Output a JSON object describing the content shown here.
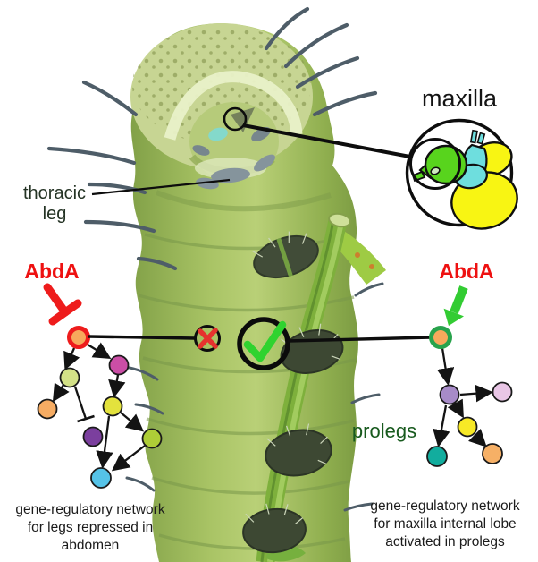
{
  "figure": {
    "labels": {
      "maxilla": "maxilla",
      "thoracic_leg": "thoracic\nleg",
      "abda_left": "AbdA",
      "abda_right": "AbdA",
      "prolegs": "prolegs"
    },
    "captions": {
      "left": [
        "gene-regulatory network",
        "for legs repressed in",
        "abdomen"
      ],
      "right": [
        "gene-regulatory network",
        "for maxilla internal lobe",
        "activated in prolegs"
      ]
    },
    "icons": {
      "inhibition_tbar_icon": "red T-bar (repression)",
      "activation_arrow_icon": "green arrow (activation)",
      "x_mark_icon": "red X inside black circle",
      "check_mark_icon": "green check inside black circle",
      "callout_circle_icon": "black callout circle on maxilla",
      "magnified_inset_icon": "circular magnified inset of maxilla"
    },
    "colors": {
      "abda_label": "#ee1111",
      "repression_red": "#ee1c1c",
      "activation_green": "#33cc33",
      "x_red": "#e5322e",
      "check_green": "#2fd32f",
      "prolegs_label": "#185a1e",
      "caption_text": "#1b1b1b",
      "annotation_black": "#0d0d0d",
      "inset_green": "#58d41d",
      "inset_cyan": "#6edede",
      "inset_yellow": "#f8f513"
    },
    "networks": {
      "left": {
        "regulator_label": "AbdA",
        "regulation_type": "represses",
        "verdict": "x-mark",
        "nodes": [
          {
            "id": "target",
            "color": "#f7a95c",
            "ring": "#ee1c1c"
          },
          {
            "id": "n2",
            "color": "#d3e187"
          },
          {
            "id": "n3",
            "color": "#cb4ea6"
          },
          {
            "id": "n4",
            "color": "#f6ac63"
          },
          {
            "id": "n5",
            "color": "#e3e23d"
          },
          {
            "id": "n6",
            "color": "#7b3f9e"
          },
          {
            "id": "n7",
            "color": "#aecd37"
          },
          {
            "id": "n8",
            "color": "#55c3e8"
          }
        ],
        "edges": [
          {
            "from": "AbdA",
            "to": "target",
            "type": "represses"
          },
          {
            "from": "target",
            "to": "n2",
            "type": "activates"
          },
          {
            "from": "target",
            "to": "n3",
            "type": "activates"
          },
          {
            "from": "n2",
            "to": "n4",
            "type": "activates"
          },
          {
            "from": "n2",
            "to": "n6",
            "type": "represses"
          },
          {
            "from": "n3",
            "to": "n5",
            "type": "activates"
          },
          {
            "from": "n5",
            "to": "n7",
            "type": "activates"
          },
          {
            "from": "n5",
            "to": "n8",
            "type": "activates"
          },
          {
            "from": "n7",
            "to": "n8",
            "type": "activates"
          }
        ]
      },
      "right": {
        "regulator_label": "AbdA",
        "regulation_type": "activates",
        "verdict": "check-mark",
        "nodes": [
          {
            "id": "target",
            "color": "#f7a95c",
            "ring": "#28a34c"
          },
          {
            "id": "n2",
            "color": "#a78bc8"
          },
          {
            "id": "n3",
            "color": "#e9c6e6"
          },
          {
            "id": "n4",
            "color": "#f7e926"
          },
          {
            "id": "n5",
            "color": "#12ad9e"
          },
          {
            "id": "n6",
            "color": "#f6b066"
          }
        ],
        "edges": [
          {
            "from": "AbdA",
            "to": "target",
            "type": "activates"
          },
          {
            "from": "target",
            "to": "n2",
            "type": "activates"
          },
          {
            "from": "n2",
            "to": "n3",
            "type": "activates"
          },
          {
            "from": "n2",
            "to": "n4",
            "type": "activates"
          },
          {
            "from": "n2",
            "to": "n5",
            "type": "activates"
          },
          {
            "from": "n4",
            "to": "n6",
            "type": "activates"
          }
        ]
      }
    }
  }
}
